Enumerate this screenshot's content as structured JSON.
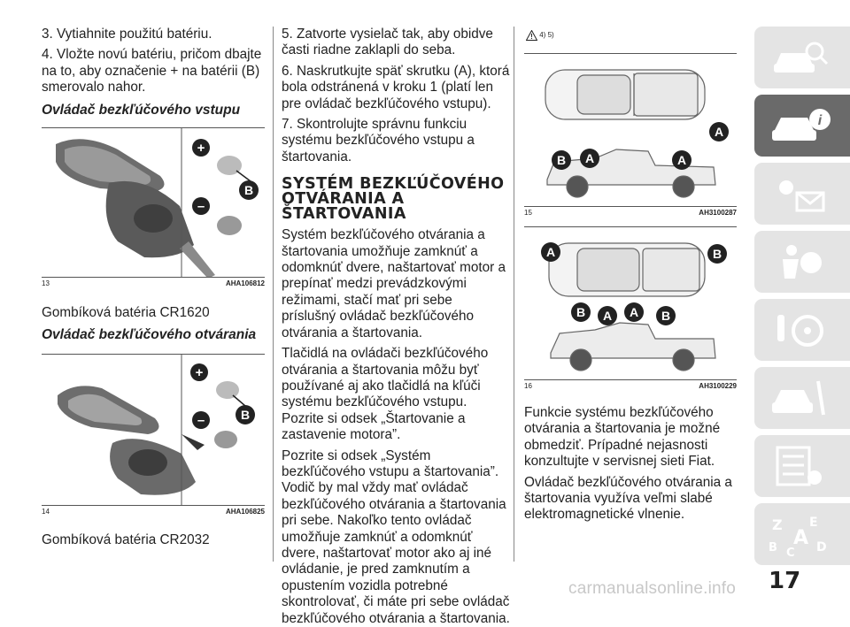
{
  "col1": {
    "p1": "3. Vytiahnite použitú batériu.",
    "p2": "4. Vložte novú batériu, pričom dbajte na to, aby označenie + na batérii (B) smerovalo nahor.",
    "sub1": "Ovládač bezkľúčového vstupu",
    "fig13": {
      "num": "13",
      "code": "AHA106812",
      "plus": "+",
      "minus": "–",
      "callout": "B"
    },
    "cap13": "Gombíková batéria CR1620",
    "sub2": "Ovládač bezkľúčového otvárania",
    "fig14": {
      "num": "14",
      "code": "AHA106825",
      "plus": "+",
      "minus": "–",
      "callout": "B"
    },
    "cap14": "Gombíková batéria CR2032"
  },
  "col2": {
    "p1": "5. Zatvorte vysielač tak, aby obidve časti riadne zaklapli do seba.",
    "p2": "6. Naskrutkujte späť skrutku (A), ktorá bola odstránená v kroku 1 (platí len pre ovládač bezkľúčového vstupu).",
    "p3": "7. Skontrolujte správnu funkciu systému bezkľúčového vstupu a štartovania.",
    "heading": "SYSTÉM BEZKĽÚČOVÉHO OTVÁRANIA A ŠTARTOVANIA",
    "p4": "Systém bezkľúčového otvárania a štartovania umožňuje zamknúť a odomknúť dvere, naštartovať motor a prepínať medzi prevádzkovými režimami, stačí mať pri sebe príslušný ovládač bezkľúčového otvárania a štartovania.",
    "p5": "Tlačidlá na ovládači bezkľúčového otvárania a štartovania môžu byť používané aj ako tlačidlá na kľúči systému bezkľúčového vstupu. Pozrite si odsek „Štartovanie a zastavenie motora”.",
    "p6": "Pozrite si odsek „Systém bezkľúčového vstupu a štartovania”. Vodič by mal vždy mať ovládač bezkľúčového otvárania a štartovania pri sebe. Nakoľko tento ovládač umožňuje zamknúť a odomknúť dvere, naštartovať motor ako aj iné ovládanie, je pred zamknutím a opustením vozidla potrebné skontrolovať, či máte pri sebe ovládač bezkľúčového otvárania a štartovania."
  },
  "col3": {
    "warn": "4) 5)",
    "fig15": {
      "num": "15",
      "code": "AH3100287",
      "labels": [
        "A",
        "B",
        "A",
        "A"
      ]
    },
    "fig16": {
      "num": "16",
      "code": "AH3100229",
      "labels": [
        "A",
        "B",
        "B",
        "A",
        "A",
        "B"
      ]
    },
    "p1": "Funkcie systému bezkľúčového otvárania a štartovania je možné obmedziť. Prípadné nejasnosti konzultujte v servisnej sieti Fiat.",
    "p2": "Ovládač bezkľúčového otvárania a štartovania využíva veľmi slabé elektromagnetické vlnenie."
  },
  "sidebar": {
    "icons": [
      "car-search-icon",
      "car-info-icon",
      "warning-lights-icon",
      "airbag-safety-icon",
      "steering-key-icon",
      "car-service-icon",
      "checklist-icon",
      "alphabet-index-icon"
    ],
    "active": 1
  },
  "page_number": "17",
  "watermark": "carmanualsonline.info"
}
